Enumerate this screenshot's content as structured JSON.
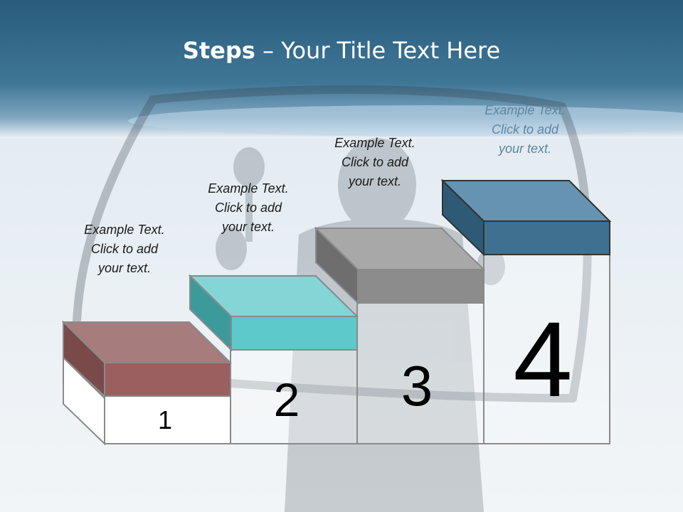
{
  "slide": {
    "title_bold": "Steps",
    "title_rest": " – Your Title Text Here"
  },
  "steps": [
    {
      "number": "1",
      "line1": "Example Text.",
      "line2": "Click  to add",
      "line3": "your text.",
      "color": "#9b5f5f"
    },
    {
      "number": "2",
      "line1": "Example Text.",
      "line2": "Click  to add",
      "line3": "your text.",
      "color": "#5ec9ca"
    },
    {
      "number": "3",
      "line1": "Example Text.",
      "line2": "Click  to add",
      "line3": "your text.",
      "color": "#8c8c8c"
    },
    {
      "number": "4",
      "line1": "Example Text.",
      "line2": "Click  to add",
      "line3": "your text.",
      "color": "#3f7090"
    }
  ],
  "colors": {
    "header_band": "#2f6484",
    "background": "#eef2f5"
  }
}
